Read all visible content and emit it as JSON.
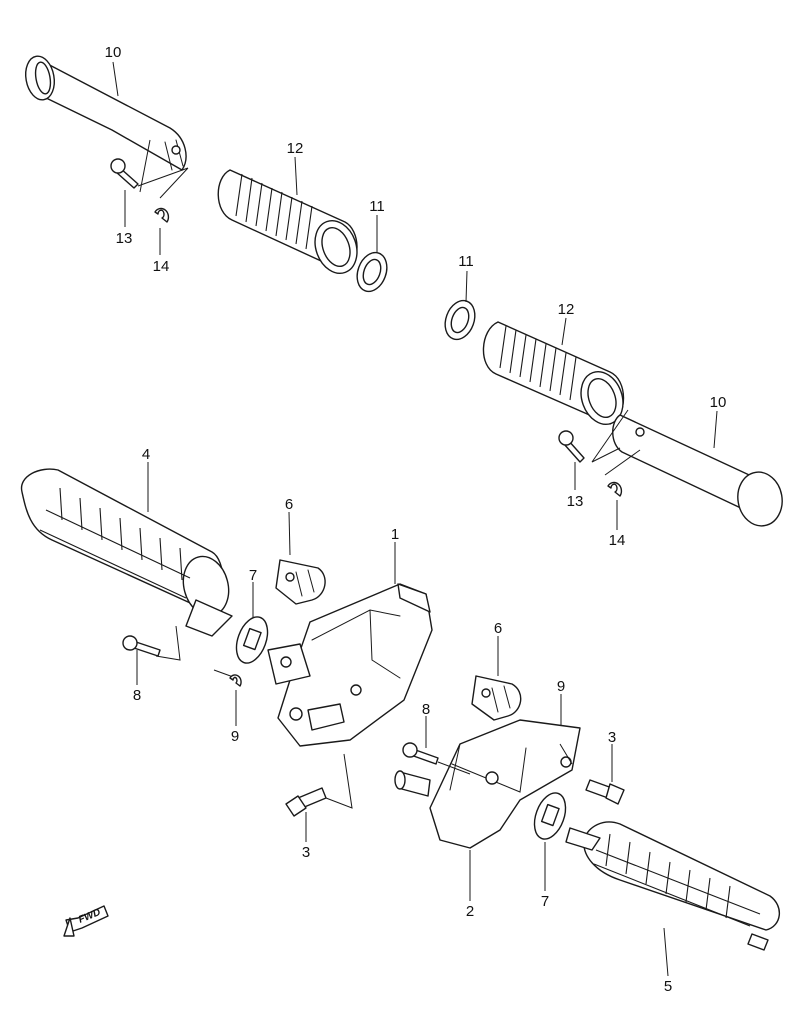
{
  "callouts": {
    "c10a": "10",
    "c12a": "12",
    "c11a": "11",
    "c13a": "13",
    "c14a": "14",
    "c11b": "11",
    "c12b": "12",
    "c10b": "10",
    "c13b": "13",
    "c14b": "14",
    "c4": "4",
    "c6a": "6",
    "c7a": "7",
    "c1": "1",
    "c8a": "8",
    "c9a": "9",
    "c3a": "3",
    "c6b": "6",
    "c9b": "9",
    "c8b": "8",
    "c3b": "3",
    "c2": "2",
    "c7b": "7",
    "c5": "5"
  },
  "fwd_label": "FWD",
  "icons": [
    "fwd-arrow-icon"
  ]
}
